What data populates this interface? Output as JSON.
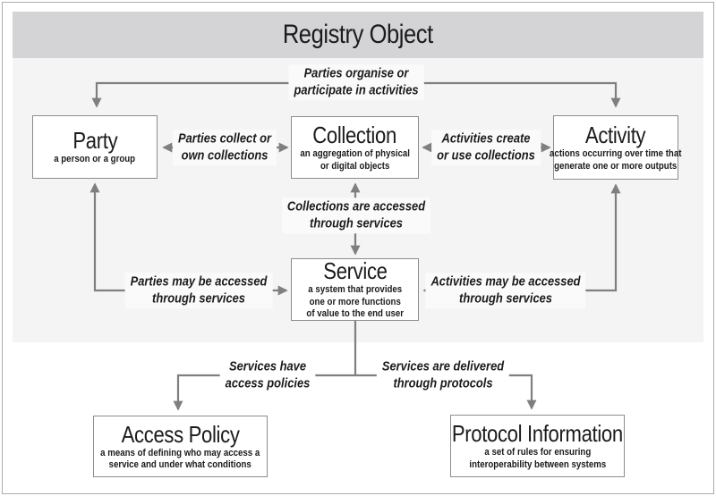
{
  "header": {
    "title": "Registry Object"
  },
  "colors": {
    "header_band": "#d4d4d6",
    "inner_panel": "#f4f4f4",
    "label_bg": "#fafafa",
    "box_border": "#8c8c8c",
    "arrow": "#7f7f7f",
    "text": "#1b1b1b"
  },
  "nodes": {
    "party": {
      "title": "Party",
      "desc": "a person or a group"
    },
    "collection": {
      "title": "Collection",
      "desc": "an aggregation of physical\nor digital objects"
    },
    "activity": {
      "title": "Activity",
      "desc": "actions occurring over time that\ngenerate one or more outputs"
    },
    "service": {
      "title": "Service",
      "desc": "a system that provides\none or more functions\nof value to the end user"
    },
    "access_policy": {
      "title": "Access Policy",
      "desc": "a means of defining who may access a\nservice and under what conditions"
    },
    "protocol_information": {
      "title": "Protocol Information",
      "desc": "a set of rules for ensuring\ninteroperability between systems"
    }
  },
  "relations": {
    "party_activity": "Parties organise or\nparticipate in activities",
    "party_collection": "Parties collect or\nown collections",
    "collection_activity": "Activities create\nor use collections",
    "collection_service": "Collections are accessed\nthrough services",
    "party_service": "Parties may be accessed\nthrough services",
    "activity_service": "Activities may be accessed\nthrough services",
    "service_access_policy": "Services have\naccess policies",
    "service_protocol": "Services are delivered\nthrough protocols"
  }
}
